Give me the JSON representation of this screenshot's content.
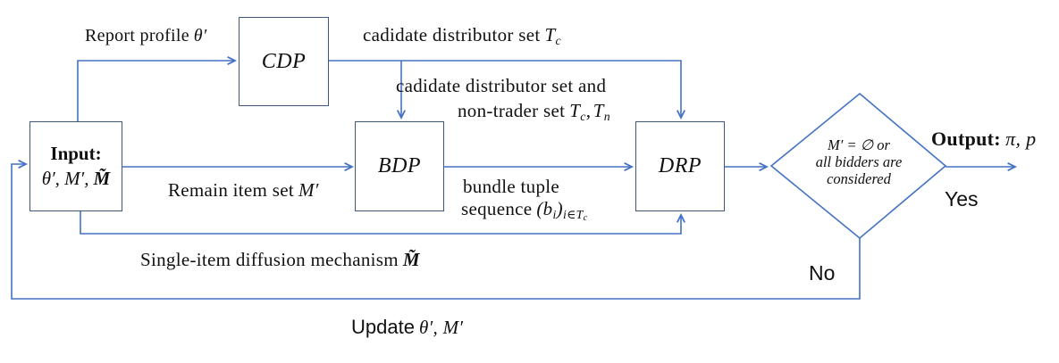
{
  "colors": {
    "connector_blue": "#4472C4",
    "box_border": "#3F5877",
    "text": "#111111"
  },
  "nodes": {
    "input": {
      "title": "Input:",
      "syms": "θ′, M′,",
      "sym_bold": "M̃"
    },
    "cdp": {
      "label": "CDP"
    },
    "bdp": {
      "label": "BDP"
    },
    "drp": {
      "label": "DRP"
    },
    "decision": {
      "line1": "M′ = ∅ or",
      "line2": "all bidders are",
      "line3": "considered"
    },
    "output": {
      "bold": "Output:",
      "syms": "π, p"
    }
  },
  "edge_labels": {
    "report_profile": {
      "text": "Report profile",
      "sym": "θ′"
    },
    "candidate_set": {
      "text": "cadidate distributor set",
      "sym": "T",
      "sub": "c"
    },
    "candidate_nontrader": {
      "line1": "cadidate distributor set and",
      "line2_text": "non-trader set",
      "sym1": "T",
      "sub1": "c",
      "comma": ",",
      "sym2": "T",
      "sub2": "n"
    },
    "remain_item": {
      "text": "Remain item set",
      "sym": "M′"
    },
    "bundle": {
      "line1": "bundle tuple",
      "line2_text": "sequence",
      "open_b": "(b",
      "sub_i": "i",
      "close": ")",
      "sub_expr": "i∈T",
      "sub_sub": "c"
    },
    "single_item": {
      "text": "Single-item diffusion mechanism",
      "sym": "M̃"
    },
    "update": {
      "text": "Update",
      "syms": "θ′, M′"
    },
    "yes": "Yes",
    "no": "No"
  }
}
